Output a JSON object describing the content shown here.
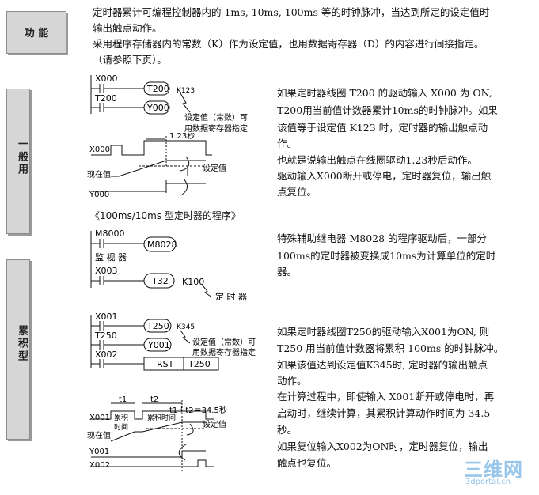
{
  "tabs": {
    "function": "功 能",
    "general": "一般用",
    "cumulative": "累积型"
  },
  "intro": {
    "line1": "定时器累计可编程控制器内的 1ms, 10ms, 100ms 等的时钟脉冲，当达到所定的设定值时",
    "line2": "输出触点动作。",
    "line3": "采用程序存储器内的常数（K）作为设定值，也用数据寄存器（D）的内容进行间接指定。",
    "line4": "（请参照下页）。"
  },
  "general_ladder": {
    "x000": "X000",
    "t200_coil": "T200",
    "k123": "K123",
    "t200_contact": "T200",
    "y000": "Y000",
    "note1": "设定值（常数）可",
    "note2": "用数据寄存器指定"
  },
  "general_timing": {
    "x000": "X000",
    "current": "现在值",
    "y000": "Y000",
    "delay": "1.23秒",
    "setpoint": "设定值"
  },
  "general_desc": {
    "l1": "如果定时器线圈 T200 的驱动输入 X000 为 ON,",
    "l2": "T200用当前值计数器累计10ms的时钟脉冲。如果",
    "l3": "该值等于设定值 K123 时，定时器的输出触点动",
    "l4": "作。",
    "l5": "也就是说输出触点在线圈驱动1.23秒后动作。",
    "l6": "驱动输入X000断开或停电，定时器复位，输出触",
    "l7": "点复位。"
  },
  "program_caption": "《100ms/10ms 型定时器的程序》",
  "program_ladder": {
    "m8000": "M8000",
    "m8028": "M8028",
    "monitor": "监 视 器",
    "x003": "X003",
    "t32": "T32",
    "k100": "K100",
    "timer": "定 时 器"
  },
  "program_desc": {
    "l1": "特殊辅助继电器 M8028 的程序驱动后，一部分",
    "l2": "100ms的定时器被变换成10ms为计算单位的定时",
    "l3": "器。"
  },
  "cum_ladder": {
    "x001": "X001",
    "t250_coil": "T250",
    "k345": "K345",
    "t250_contact": "T250",
    "y001": "Y001",
    "x002": "X002",
    "rst": "RST",
    "rst_target": "T250",
    "note1": "设定值（常数）可",
    "note2": "用数据寄存器指定"
  },
  "cum_timing": {
    "t1": "t1",
    "t2": "t2",
    "sum": "t1＋t2＝34.5秒",
    "x001": "X001",
    "accum1a": "累积",
    "accum1b": "时间",
    "accum2": "累积时间",
    "current": "现在值",
    "y001": "Y001",
    "x002": "X002",
    "setpoint": "设定值"
  },
  "cum_desc": {
    "l1": "如果定时器线圈T250的驱动输入X001为ON, 则",
    "l2": "T250 用当前值计数器将累积 100ms 的时钟脉冲。",
    "l3": "如果该值达到设定值K345时, 定时器的输出触点",
    "l4": "动作。",
    "l5": "在计算过程中，即使输入 X001断开或停电时，再",
    "l6": "启动时，继续计算，其累积计算动作时间为 34.5",
    "l7": "秒。",
    "l8": "如果复位输入X002为ON时，定时器复位，输出",
    "l9": "触点也复位。"
  },
  "watermark": {
    "logo": "三维网",
    "url": "3dportal.cn"
  }
}
